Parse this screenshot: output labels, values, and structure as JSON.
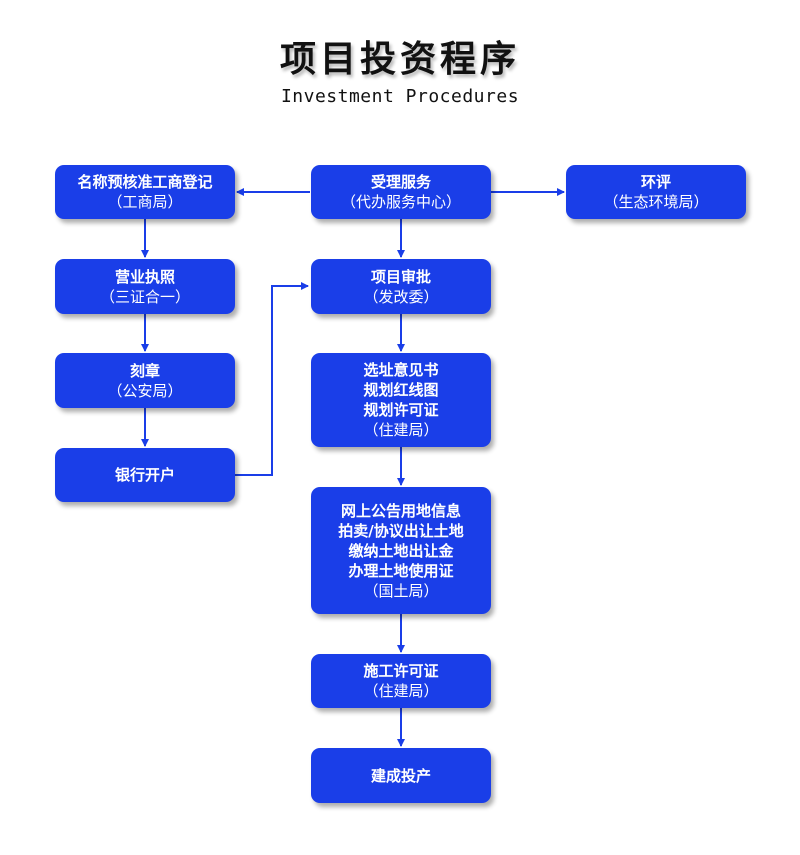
{
  "header": {
    "title": "项目投资程序",
    "subtitle": "Investment Procedures"
  },
  "colors": {
    "box_fill": "#1a3ee8",
    "arrow": "#1a3ee8",
    "text_on_box": "#ffffff"
  },
  "steps": {
    "name_check": {
      "lines": [
        "名称预核准工商登记"
      ],
      "agency": "（工商局）"
    },
    "acceptance": {
      "lines": [
        "受理服务"
      ],
      "agency": "（代办服务中心）"
    },
    "eia": {
      "lines": [
        "环评"
      ],
      "agency": "（生态环境局）"
    },
    "business_license": {
      "lines": [
        "营业执照"
      ],
      "agency": "（三证合一）"
    },
    "project_approval": {
      "lines": [
        "项目审批"
      ],
      "agency": "（发改委）"
    },
    "seal": {
      "lines": [
        "刻章"
      ],
      "agency": "（公安局）"
    },
    "site_planning": {
      "lines": [
        "选址意见书",
        "规划红线图",
        "规划许可证"
      ],
      "agency": "（住建局）"
    },
    "bank_account": {
      "lines": [
        "银行开户"
      ],
      "agency": ""
    },
    "land": {
      "lines": [
        "网上公告用地信息",
        "拍卖/协议出让土地",
        "缴纳土地出让金",
        "办理土地使用证"
      ],
      "agency": "（国土局）"
    },
    "construction_permit": {
      "lines": [
        "施工许可证"
      ],
      "agency": "（住建局）"
    },
    "production": {
      "lines": [
        "建成投产"
      ],
      "agency": ""
    }
  }
}
